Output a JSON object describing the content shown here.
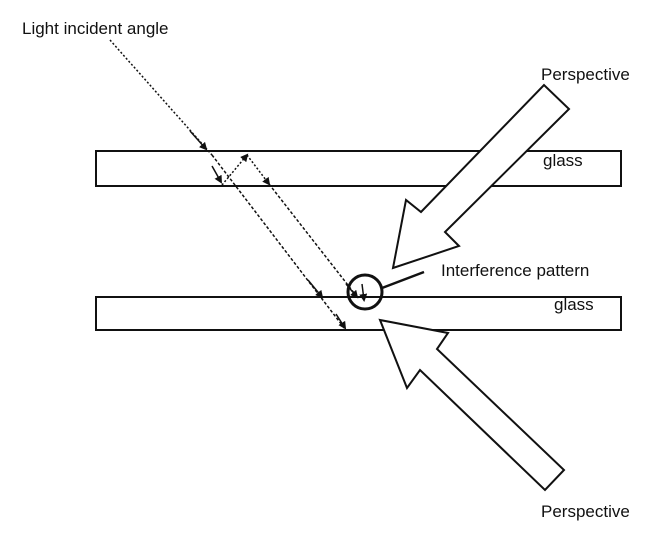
{
  "labels": {
    "incident": "Light incident angle",
    "perspective_top": "Perspective",
    "glass_top": "glass",
    "interference": "Interference pattern",
    "glass_bottom": "glass",
    "perspective_bottom": "Perspective"
  },
  "colors": {
    "stroke": "#111111",
    "background": "#ffffff"
  }
}
